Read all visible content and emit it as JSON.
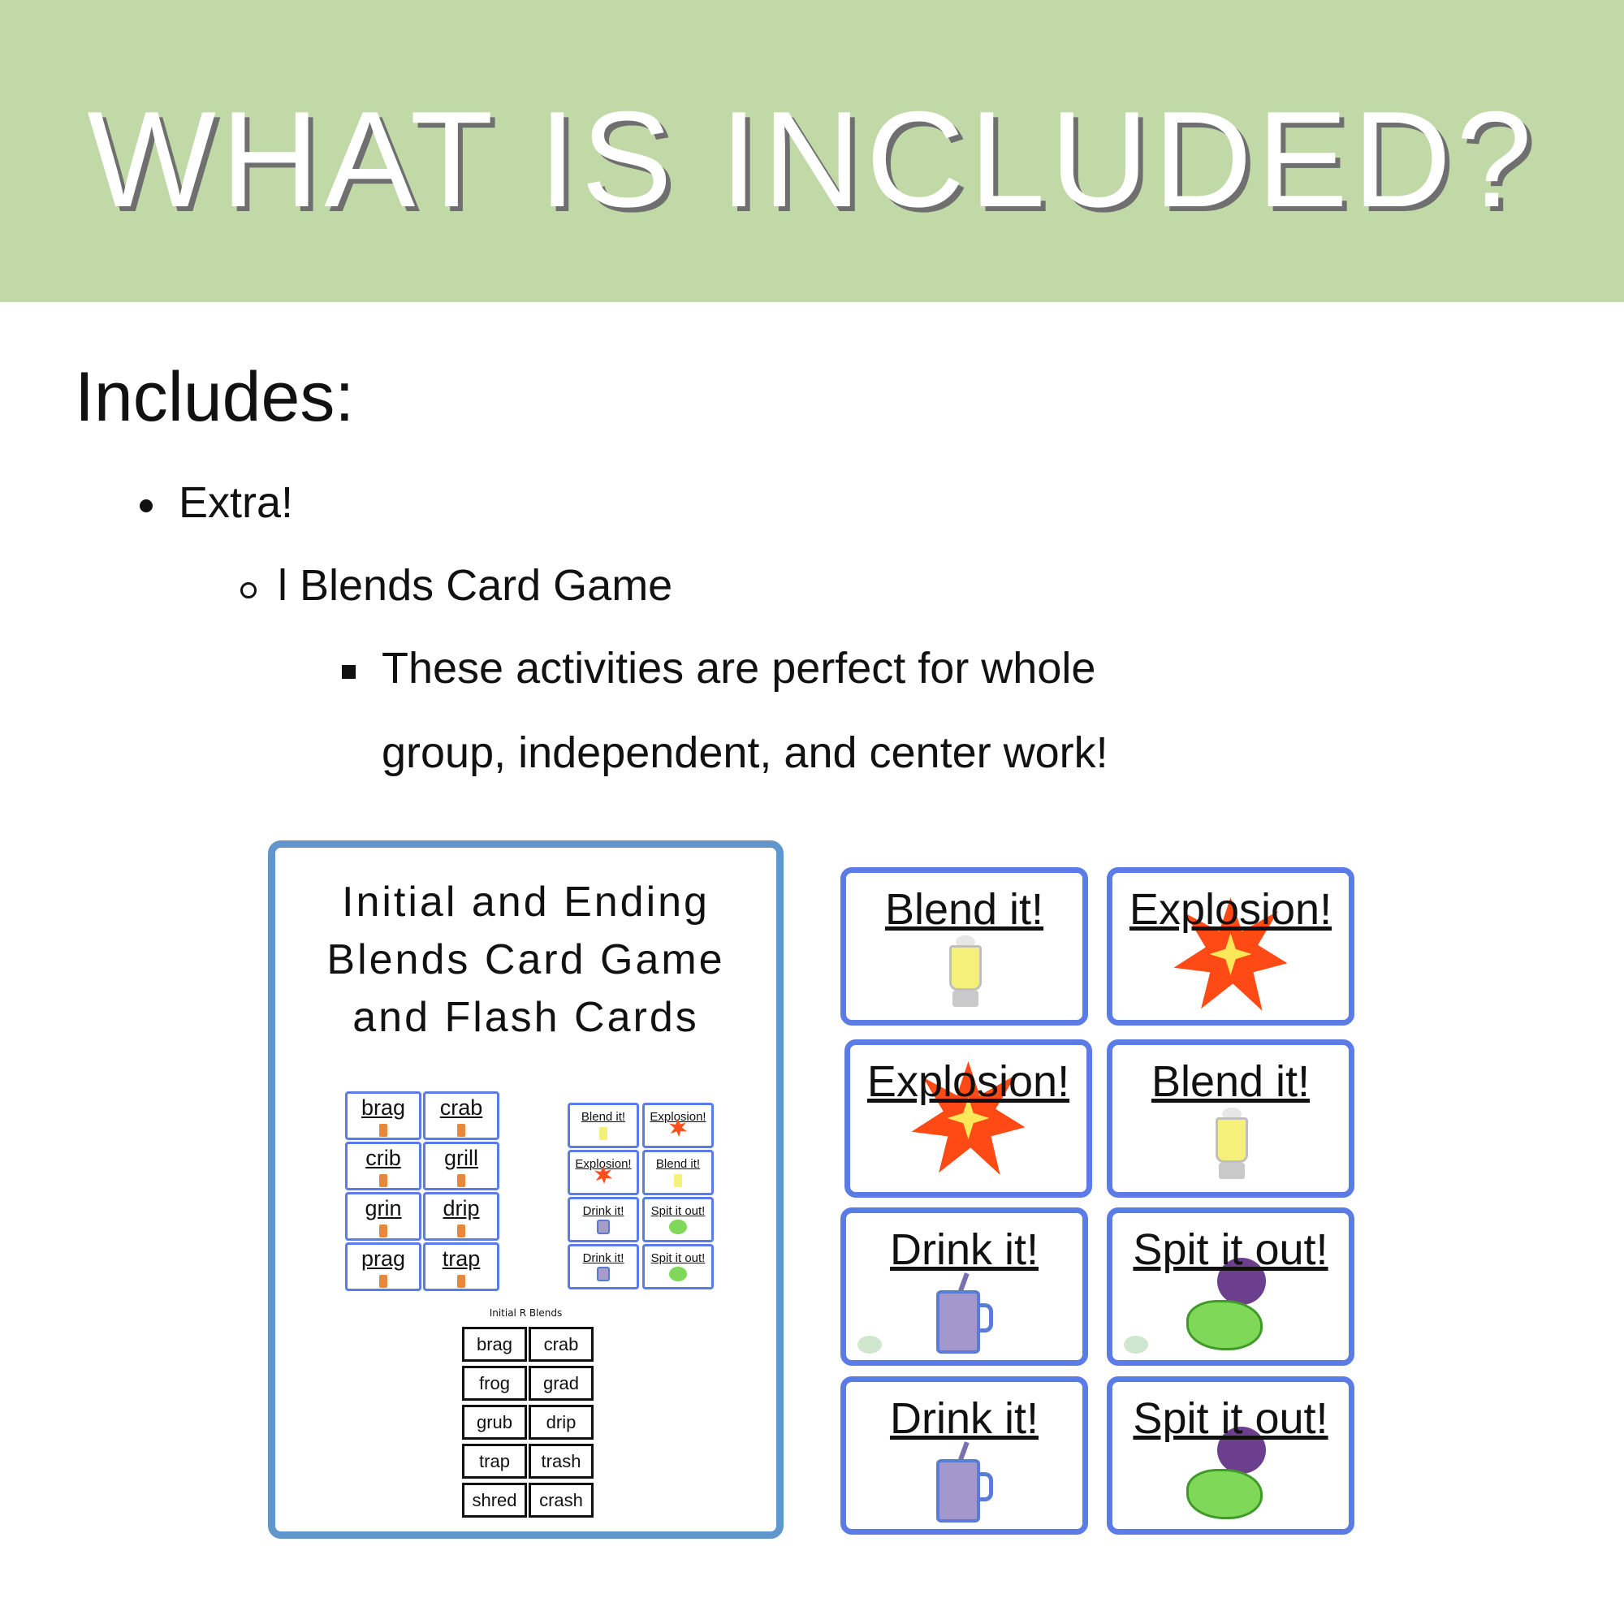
{
  "banner": {
    "title": "WHAT IS INCLUDED?",
    "color": "#c1d9a6"
  },
  "includes": {
    "heading": "Includes:",
    "level1": "Extra!",
    "level2": "l Blends Card Game",
    "level3_line1": "These activities are perfect for whole",
    "level3_line2": "group, independent, and center work!"
  },
  "cover": {
    "title_line1": "Initial and Ending",
    "title_line2": "Blends Card Game",
    "title_line3": "and Flash Cards",
    "word_cards": [
      "brag",
      "crab",
      "crib",
      "grill",
      "grin",
      "drip",
      "prag",
      "trap"
    ],
    "game_cards": [
      "Blend it!",
      "Explosion!",
      "Explosion!",
      "Blend it!",
      "Drink it!",
      "Spit it out!",
      "Drink it!",
      "Spit it out!"
    ],
    "list_title": "Initial R Blends",
    "list_words": [
      "brag",
      "crab",
      "frog",
      "grad",
      "grub",
      "drip",
      "trap",
      "trash",
      "shred",
      "crash"
    ]
  },
  "cards": [
    {
      "label": "Blend it!",
      "icon": "blender-icon"
    },
    {
      "label": "Explosion!",
      "icon": "explosion-icon"
    },
    {
      "label": "Explosion!",
      "icon": "explosion-icon"
    },
    {
      "label": "Blend it!",
      "icon": "blender-icon"
    },
    {
      "label": "Drink it!",
      "icon": "jar-drink-icon"
    },
    {
      "label": "Spit it out!",
      "icon": "slime-monster-icon"
    },
    {
      "label": "Drink it!",
      "icon": "jar-drink-icon"
    },
    {
      "label": "Spit it out!",
      "icon": "slime-monster-icon"
    }
  ],
  "colors": {
    "card_border": "#5b7be6",
    "cover_border": "#5f97cc"
  }
}
